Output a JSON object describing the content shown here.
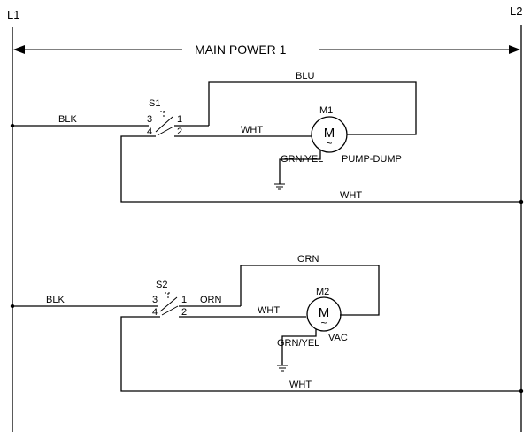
{
  "rails": {
    "left": "L1",
    "right": "L2"
  },
  "header": {
    "title": "MAIN POWER 1"
  },
  "circuit1": {
    "switch": {
      "name": "S1",
      "pins": [
        "3",
        "1",
        "4",
        "2"
      ]
    },
    "motor": {
      "name": "M1",
      "symbol": "M",
      "ac": "~",
      "label": "PUMP-DUMP"
    },
    "wires": {
      "line": "BLK",
      "top": "BLU",
      "motor_feed": "WHT",
      "ground": "GRN/YEL",
      "return": "WHT"
    }
  },
  "circuit2": {
    "switch": {
      "name": "S2",
      "pins": [
        "3",
        "1",
        "4",
        "2"
      ]
    },
    "motor": {
      "name": "M2",
      "symbol": "M",
      "ac": "~",
      "label": "VAC"
    },
    "wires": {
      "line": "BLK",
      "top": "ORN",
      "switch_out": "ORN",
      "motor_feed": "WHT",
      "ground": "GRN/YEL",
      "return": "WHT"
    }
  }
}
